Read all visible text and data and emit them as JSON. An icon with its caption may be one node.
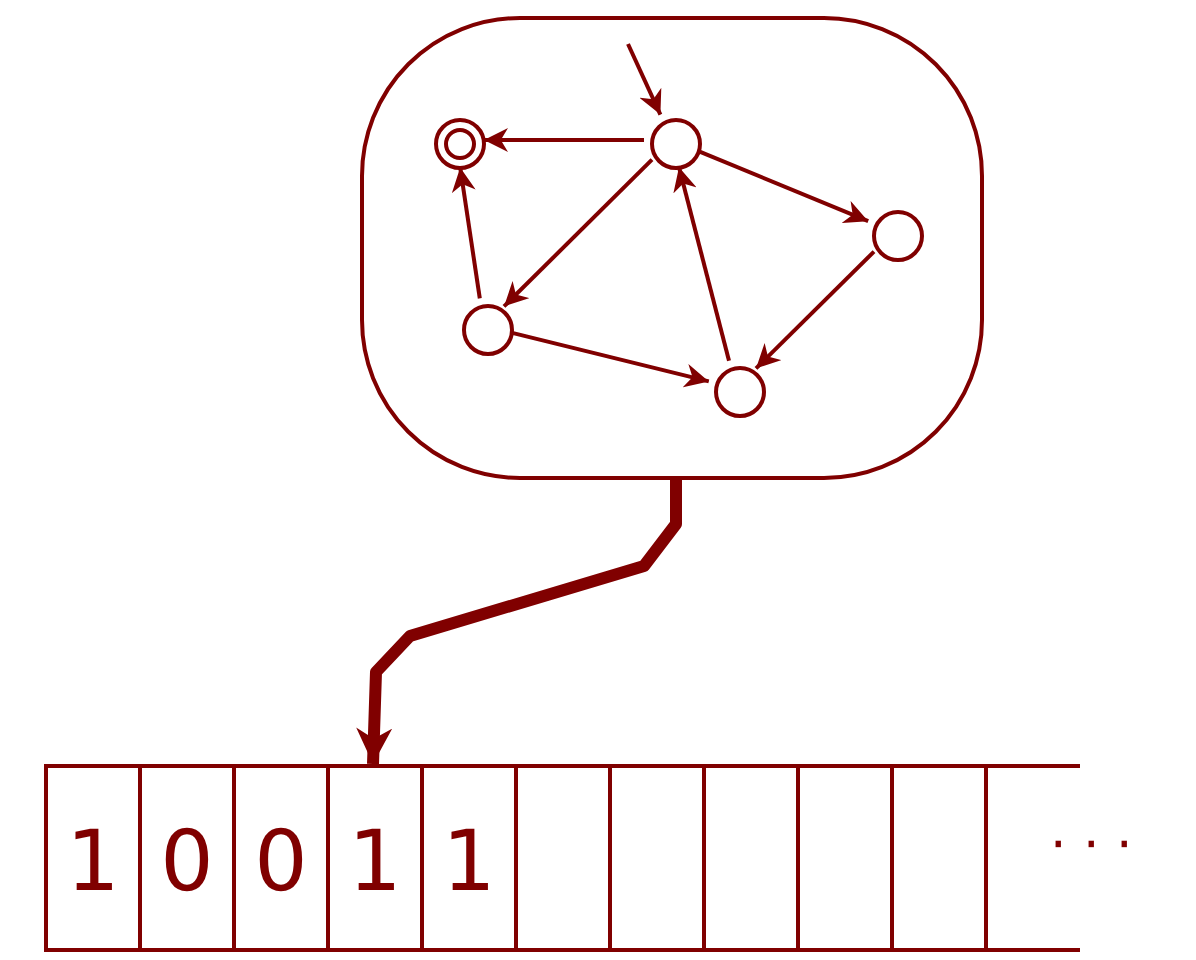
{
  "diagram": {
    "nodes": [
      {
        "text": [],
        "shape": "box"
      },
      {
        "text": [],
        "shape": "circle",
        "in": 0
      },
      {
        "text": [],
        "shape": "circle",
        "in": 0
      },
      {
        "text": [],
        "shape": "circle",
        "in": 0
      },
      {
        "text": [],
        "shape": "circle",
        "in": 0
      },
      {
        "text": [],
        "shape": "circle",
        "in": 0
      },
      {
        "text": [
          "1"
        ]
      },
      {
        "text": [
          "0"
        ]
      },
      {
        "text": [
          "0"
        ]
      },
      {
        "text": [
          "1"
        ]
      },
      {
        "text": [
          "1"
        ]
      },
      {
        "text": [],
        "shape": "box"
      },
      {
        "text": [],
        "shape": "box"
      },
      {
        "text": [],
        "shape": "box"
      },
      {
        "text": [],
        "shape": "box"
      },
      {
        "text": [],
        "shape": "box"
      },
      {
        "text": [],
        "shape": "box"
      }
    ],
    "edges": [
      {
        "from": null,
        "to": 2,
        "arrow": "to"
      },
      {
        "from": 2,
        "to": 1,
        "arrow": "to"
      },
      {
        "from": 2,
        "to": 3,
        "arrow": "to"
      },
      {
        "from": 2,
        "to": 4,
        "arrow": "to"
      },
      {
        "from": 4,
        "to": 1,
        "arrow": "to"
      },
      {
        "from": 4,
        "to": 5,
        "arrow": "to"
      },
      {
        "from": 5,
        "to": 2,
        "arrow": "to"
      },
      {
        "from": 3,
        "to": 5,
        "arrow": "to"
      },
      {
        "from": 0,
        "to": 9,
        "arrow": "to",
        "style": "thick"
      }
    ],
    "labels": [
      "· · ·"
    ]
  }
}
